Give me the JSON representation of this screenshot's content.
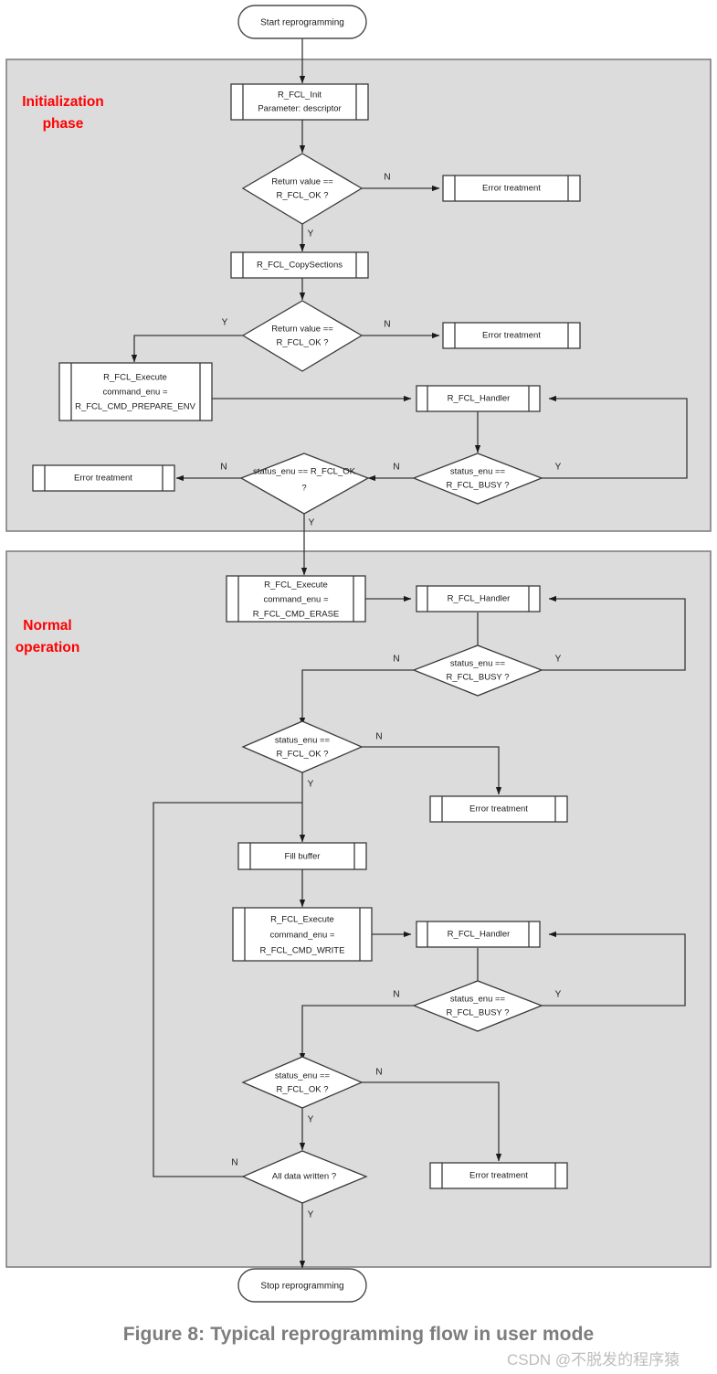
{
  "figure": {
    "caption": "Figure 8: Typical reprogramming flow in user mode",
    "watermark": "CSDN @不脱发的程序猿",
    "caption_color": "#7d7d7d",
    "watermark_color": "#bdbdbd"
  },
  "colors": {
    "panel_fill": "#dcdcdc",
    "panel_stroke": "#808080",
    "node_fill": "#ffffff",
    "node_stroke": "#3a3a3a",
    "phase_label": "#ff0000",
    "page_background": "#ffffff"
  },
  "phases": [
    {
      "id": "initialization",
      "label_line1": "Initialization",
      "label_line2": "phase"
    },
    {
      "id": "normal",
      "label_line1": "Normal",
      "label_line2": "operation"
    }
  ],
  "terminators": [
    {
      "id": "start",
      "label": "Start reprogramming"
    },
    {
      "id": "stop",
      "label": "Stop reprogramming"
    }
  ],
  "processes": [
    {
      "id": "fcl-init",
      "lines": [
        "R_FCL_Init",
        "Parameter: descriptor"
      ]
    },
    {
      "id": "copy-sections",
      "lines": [
        "R_FCL_CopySections"
      ]
    },
    {
      "id": "exec-prepare-env",
      "lines": [
        "R_FCL_Execute",
        "command_enu =",
        "R_FCL_CMD_PREPARE_ENV"
      ]
    },
    {
      "id": "handler-1",
      "lines": [
        "R_FCL_Handler"
      ]
    },
    {
      "id": "error-1",
      "lines": [
        "Error treatment"
      ]
    },
    {
      "id": "error-2",
      "lines": [
        "Error treatment"
      ]
    },
    {
      "id": "error-3",
      "lines": [
        "Error treatment"
      ]
    },
    {
      "id": "exec-erase",
      "lines": [
        "R_FCL_Execute",
        "command_enu =",
        "R_FCL_CMD_ERASE"
      ]
    },
    {
      "id": "handler-2",
      "lines": [
        "R_FCL_Handler"
      ]
    },
    {
      "id": "error-4",
      "lines": [
        "Error treatment"
      ]
    },
    {
      "id": "fill-buffer",
      "lines": [
        "Fill buffer"
      ]
    },
    {
      "id": "exec-write",
      "lines": [
        "R_FCL_Execute",
        "command_enu =",
        "R_FCL_CMD_WRITE"
      ]
    },
    {
      "id": "handler-3",
      "lines": [
        "R_FCL_Handler"
      ]
    },
    {
      "id": "error-5",
      "lines": [
        "Error treatment"
      ]
    }
  ],
  "decisions": [
    {
      "id": "ret-ok-1",
      "lines": [
        "Return value ==",
        "R_FCL_OK ?"
      ],
      "yes": "Y",
      "no": "N"
    },
    {
      "id": "ret-ok-2",
      "lines": [
        "Return value ==",
        "R_FCL_OK ?"
      ],
      "yes": "Y",
      "no": "N"
    },
    {
      "id": "busy-1",
      "lines": [
        "status_enu ==",
        "R_FCL_BUSY ?"
      ],
      "yes": "Y",
      "no": "N"
    },
    {
      "id": "ok-1",
      "lines": [
        "status_enu == R_FCL_OK",
        "?"
      ],
      "yes": "Y",
      "no": "N"
    },
    {
      "id": "busy-2",
      "lines": [
        "status_enu ==",
        "R_FCL_BUSY ?"
      ],
      "yes": "Y",
      "no": "N"
    },
    {
      "id": "ok-2",
      "lines": [
        "status_enu ==",
        "R_FCL_OK ?"
      ],
      "yes": "Y",
      "no": "N"
    },
    {
      "id": "busy-3",
      "lines": [
        "status_enu ==",
        "R_FCL_BUSY ?"
      ],
      "yes": "Y",
      "no": "N"
    },
    {
      "id": "ok-3",
      "lines": [
        "status_enu ==",
        "R_FCL_OK ?"
      ],
      "yes": "Y",
      "no": "N"
    },
    {
      "id": "all-written",
      "lines": [
        "All data written ?"
      ],
      "yes": "Y",
      "no": "N"
    }
  ],
  "edge_labels": {
    "ret_ok_1_n": "N",
    "ret_ok_1_y": "Y",
    "ret_ok_2_n": "N",
    "ret_ok_2_y": "Y",
    "busy_1_n": "N",
    "busy_1_y": "Y",
    "ok_1_n": "N",
    "ok_1_y": "Y",
    "busy_2_n": "N",
    "busy_2_y": "Y",
    "ok_2_n": "N",
    "ok_2_y": "Y",
    "busy_3_n": "N",
    "busy_3_y": "Y",
    "ok_3_n": "N",
    "ok_3_y": "Y",
    "all_written_n": "N",
    "all_written_y": "Y"
  }
}
